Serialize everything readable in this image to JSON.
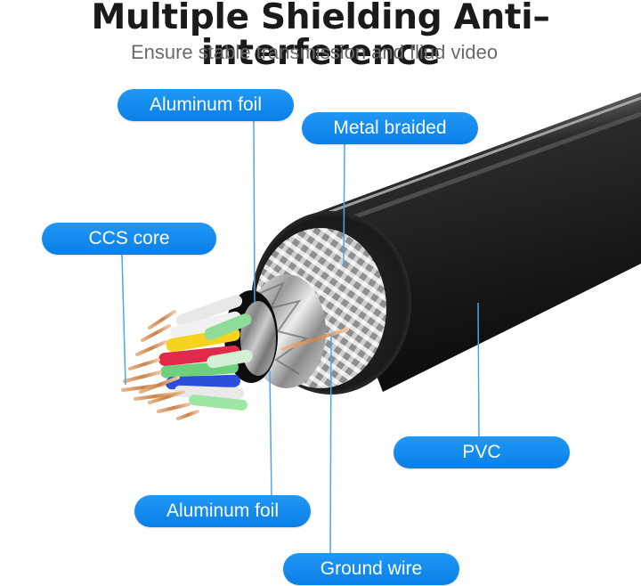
{
  "title": "Multiple Shielding Anti–interference",
  "subtitle": "Ensure stable transmission and fliud video",
  "labels": {
    "aluminum_foil_top": "Aluminum foil",
    "metal_braided": "Metal braided",
    "ccs_core": "CCS core",
    "pvc": "PVC",
    "aluminum_foil_bottom": "Aluminum foil",
    "ground_wire": "Ground wire"
  },
  "colors": {
    "label_blue": "#0a87ee",
    "leader_line": "#4aa6ee",
    "jacket": "#1e1e1e"
  }
}
